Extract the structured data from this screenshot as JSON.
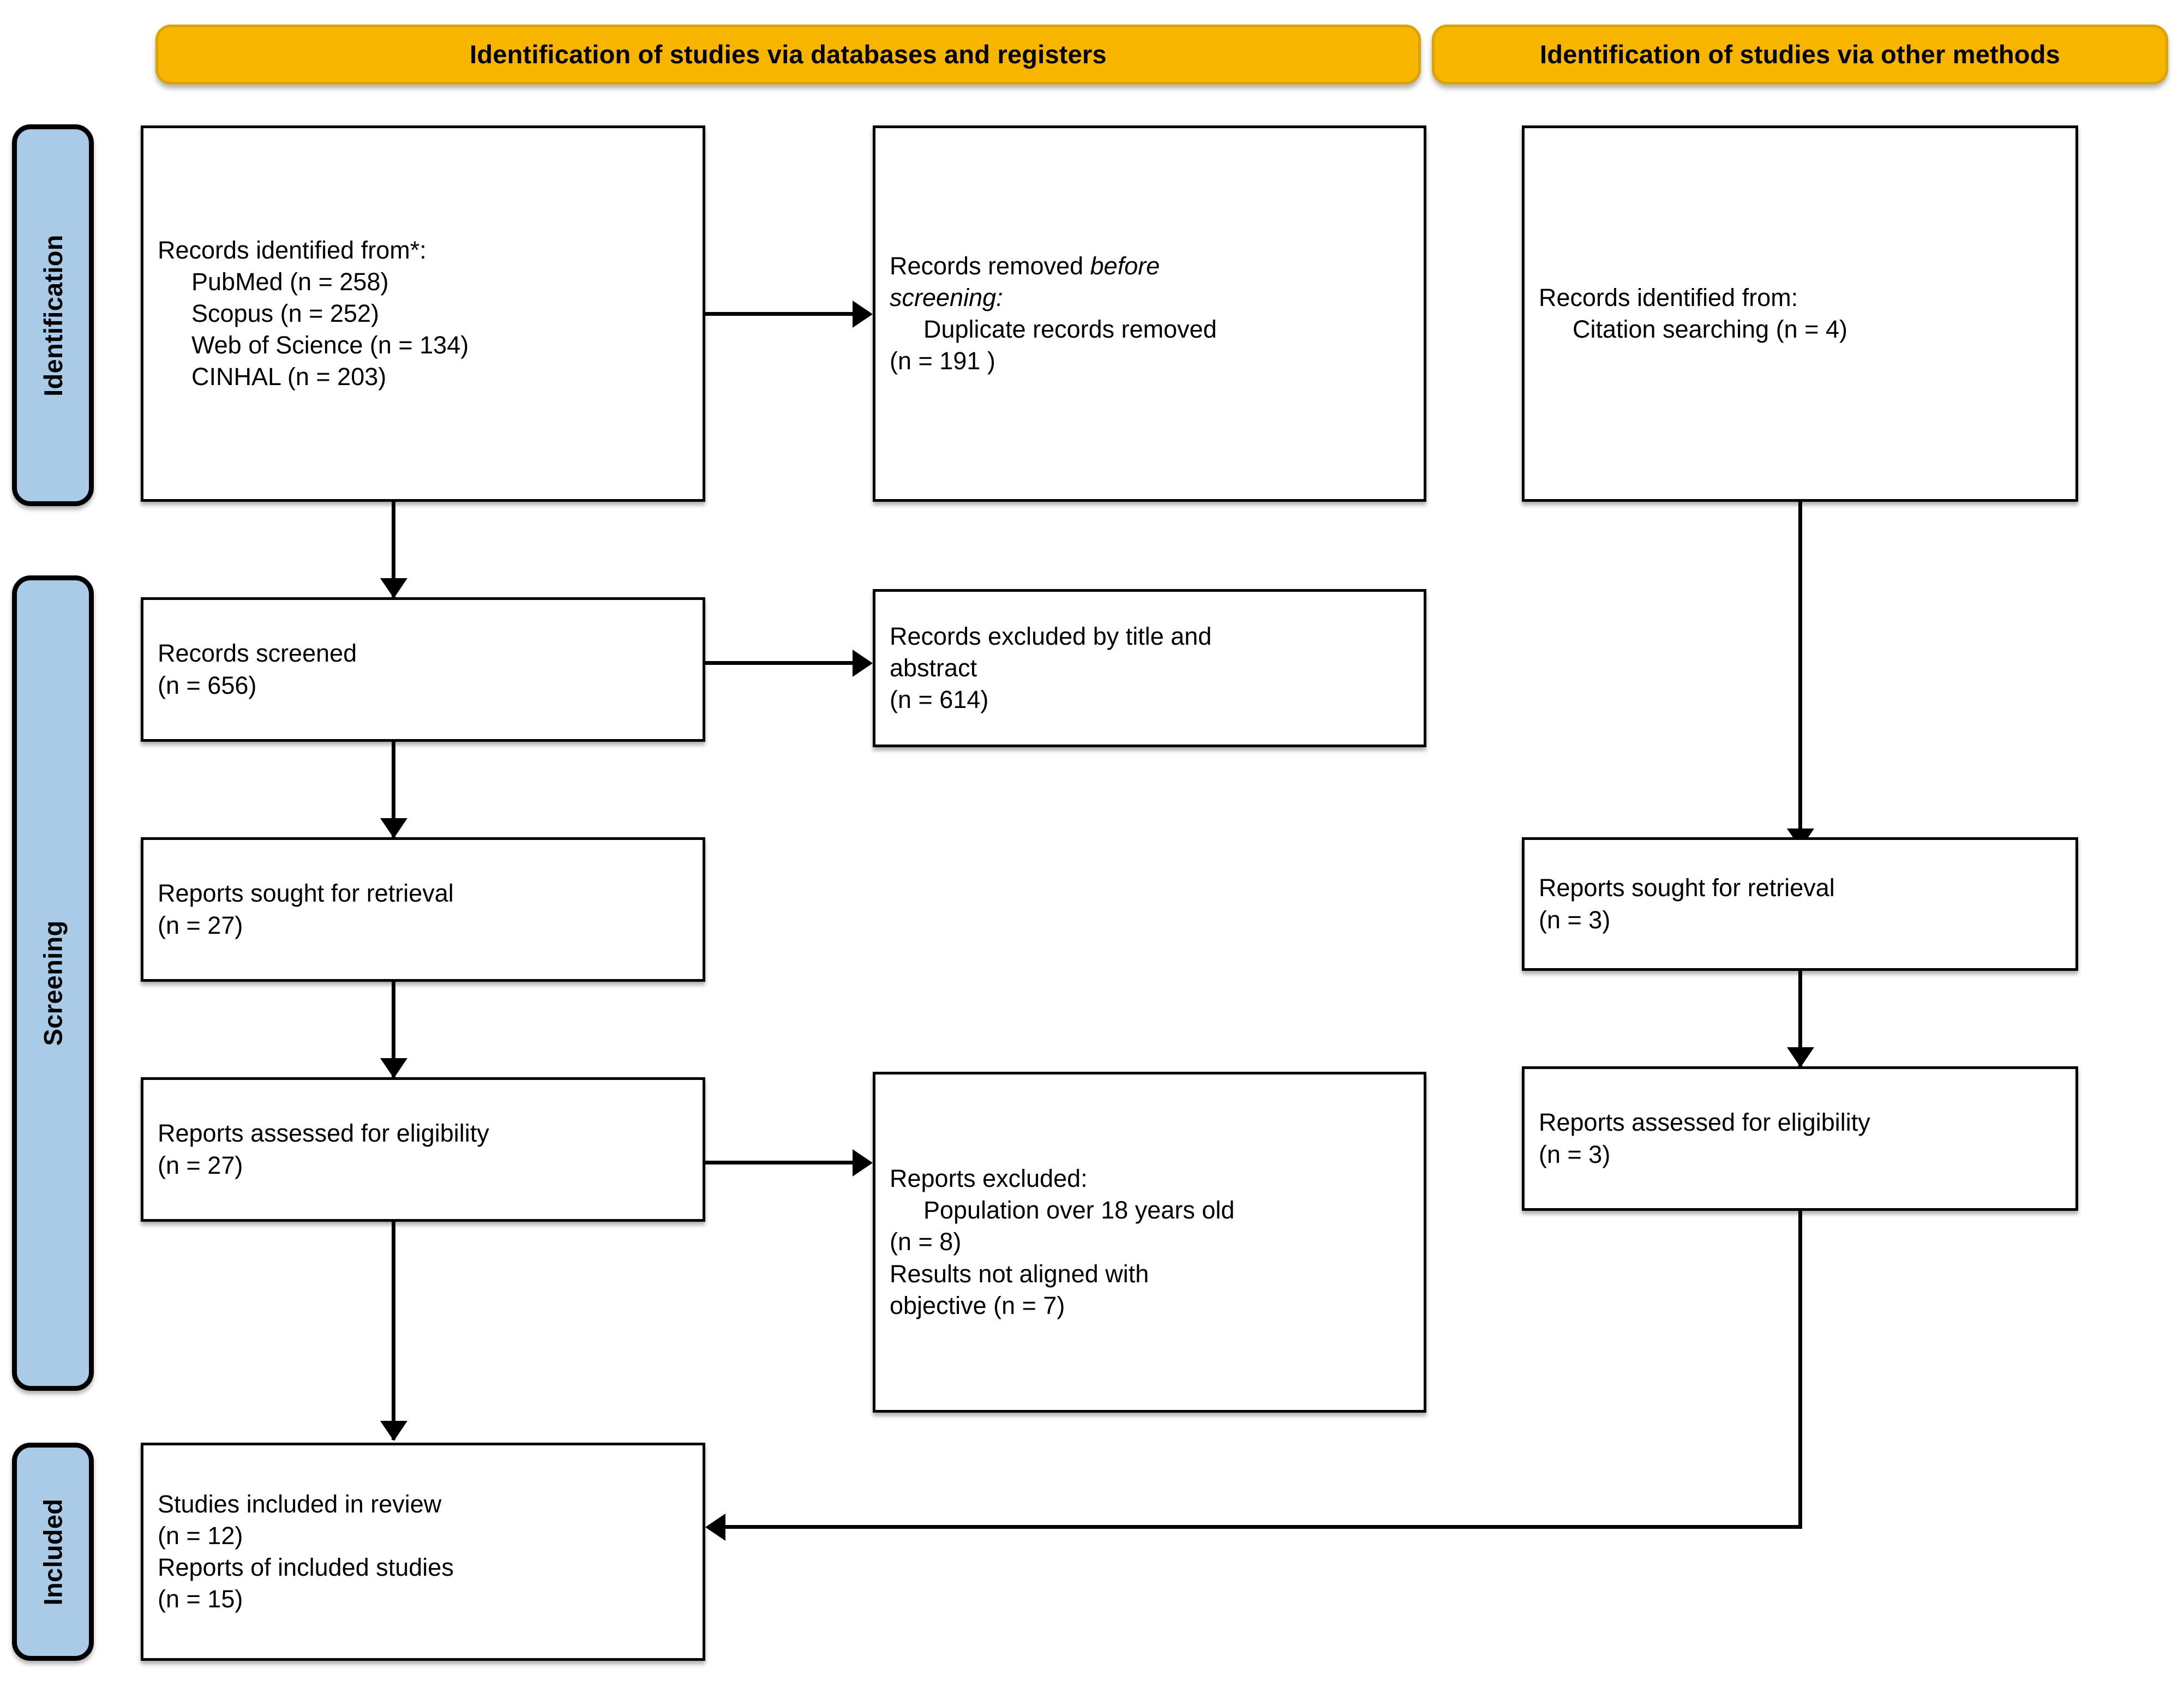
{
  "diagram": {
    "type": "prisma-flow-diagram",
    "title": "PRISMA 2020 flow diagram",
    "colors": {
      "banner_fill": "#F7B500",
      "banner_border": "#D9A406",
      "stage_bar_fill": "#A9CBE8",
      "stage_bar_border": "#000000",
      "box_fill": "#FFFFFF",
      "box_border": "#000000",
      "connector": "#000000"
    }
  },
  "banners": [
    {
      "id": "databases-registers",
      "label": "Identification of studies via databases and registers"
    },
    {
      "id": "other-methods",
      "label": "Identification of studies via other methods"
    }
  ],
  "stage_bars": [
    {
      "id": "identification",
      "label": "Identification"
    },
    {
      "id": "screening",
      "label": "Screening"
    },
    {
      "id": "included",
      "label": "Included"
    }
  ],
  "boxes": {
    "records_identified_db": {
      "name": "records-identified-databases",
      "lines": [
        {
          "text": "Records identified from*:",
          "indent": false,
          "italic": false
        },
        {
          "text": "PubMed (n = 258)",
          "indent": true,
          "italic": false
        },
        {
          "text": "Scopus (n = 252)",
          "indent": true,
          "italic": false
        },
        {
          "text": "Web of Science (n = 134)",
          "indent": true,
          "italic": false
        },
        {
          "text": "CINHAL (n = 203)",
          "indent": true,
          "italic": false
        }
      ]
    },
    "records_removed": {
      "name": "records-removed-before-screening",
      "lines": [
        {
          "text": "Records removed ",
          "indent": false,
          "italic": false,
          "trailing_italic": "before"
        },
        {
          "text": "screening:",
          "indent": false,
          "italic": true
        },
        {
          "text": "Duplicate records removed",
          "indent": true,
          "italic": false
        },
        {
          "text": "(n = 191 )",
          "indent": false,
          "italic": false
        }
      ]
    },
    "records_identified_other": {
      "name": "records-identified-other-methods",
      "lines": [
        {
          "text": "Records identified from:",
          "indent": false,
          "italic": false
        },
        {
          "text": "Citation searching (n = 4)",
          "indent": true,
          "italic": false
        }
      ]
    },
    "records_screened": {
      "name": "records-screened",
      "lines": [
        {
          "text": "Records screened",
          "indent": false,
          "italic": false
        },
        {
          "text": "(n = 656)",
          "indent": false,
          "italic": false
        }
      ]
    },
    "records_excluded": {
      "name": "records-excluded-title-abstract",
      "lines": [
        {
          "text": "Records excluded by title and",
          "indent": false,
          "italic": false
        },
        {
          "text": "abstract",
          "indent": false,
          "italic": false
        },
        {
          "text": "(n = 614)",
          "indent": false,
          "italic": false
        }
      ]
    },
    "reports_sought_db": {
      "name": "reports-sought-for-retrieval-databases",
      "lines": [
        {
          "text": "Reports sought for retrieval",
          "indent": false,
          "italic": false
        },
        {
          "text": "(n = 27)",
          "indent": false,
          "italic": false
        }
      ]
    },
    "reports_sought_other": {
      "name": "reports-sought-for-retrieval-other",
      "lines": [
        {
          "text": "Reports sought for retrieval",
          "indent": false,
          "italic": false
        },
        {
          "text": "(n = 3)",
          "indent": false,
          "italic": false
        }
      ]
    },
    "reports_assessed_db": {
      "name": "reports-assessed-for-eligibility-databases",
      "lines": [
        {
          "text": "Reports assessed for eligibility",
          "indent": false,
          "italic": false
        },
        {
          "text": "(n = 27)",
          "indent": false,
          "italic": false
        }
      ]
    },
    "reports_assessed_other": {
      "name": "reports-assessed-for-eligibility-other",
      "lines": [
        {
          "text": "Reports assessed for eligibility",
          "indent": false,
          "italic": false
        },
        {
          "text": "(n = 3)",
          "indent": false,
          "italic": false
        }
      ]
    },
    "reports_excluded": {
      "name": "reports-excluded-with-reasons",
      "lines": [
        {
          "text": "Reports excluded:",
          "indent": false,
          "italic": false
        },
        {
          "text": "Population over 18 years old",
          "indent": true,
          "italic": false
        },
        {
          "text": "(n = 8)",
          "indent": false,
          "italic": false
        },
        {
          "text": "Results not aligned with",
          "indent": false,
          "italic": false
        },
        {
          "text": "objective (n = 7)",
          "indent": false,
          "italic": false
        }
      ]
    },
    "studies_included": {
      "name": "studies-included-in-review",
      "lines": [
        {
          "text": "Studies included in review",
          "indent": false,
          "italic": false
        },
        {
          "text": "(n = 12)",
          "indent": false,
          "italic": false
        },
        {
          "text": "Reports of included studies",
          "indent": false,
          "italic": false
        },
        {
          "text": "(n = 15)",
          "indent": false,
          "italic": false
        }
      ]
    }
  },
  "counts": {
    "pubmed": 258,
    "scopus": 252,
    "web_of_science": 134,
    "cinhal": 203,
    "duplicates_removed": 191,
    "citation_searching": 4,
    "records_screened": 656,
    "records_excluded_title_abstract": 614,
    "reports_sought_db": 27,
    "reports_sought_other": 3,
    "reports_assessed_db": 27,
    "reports_assessed_other": 3,
    "excluded_population_over_18": 8,
    "excluded_results_not_aligned": 7,
    "studies_included": 12,
    "reports_of_included_studies": 15
  }
}
